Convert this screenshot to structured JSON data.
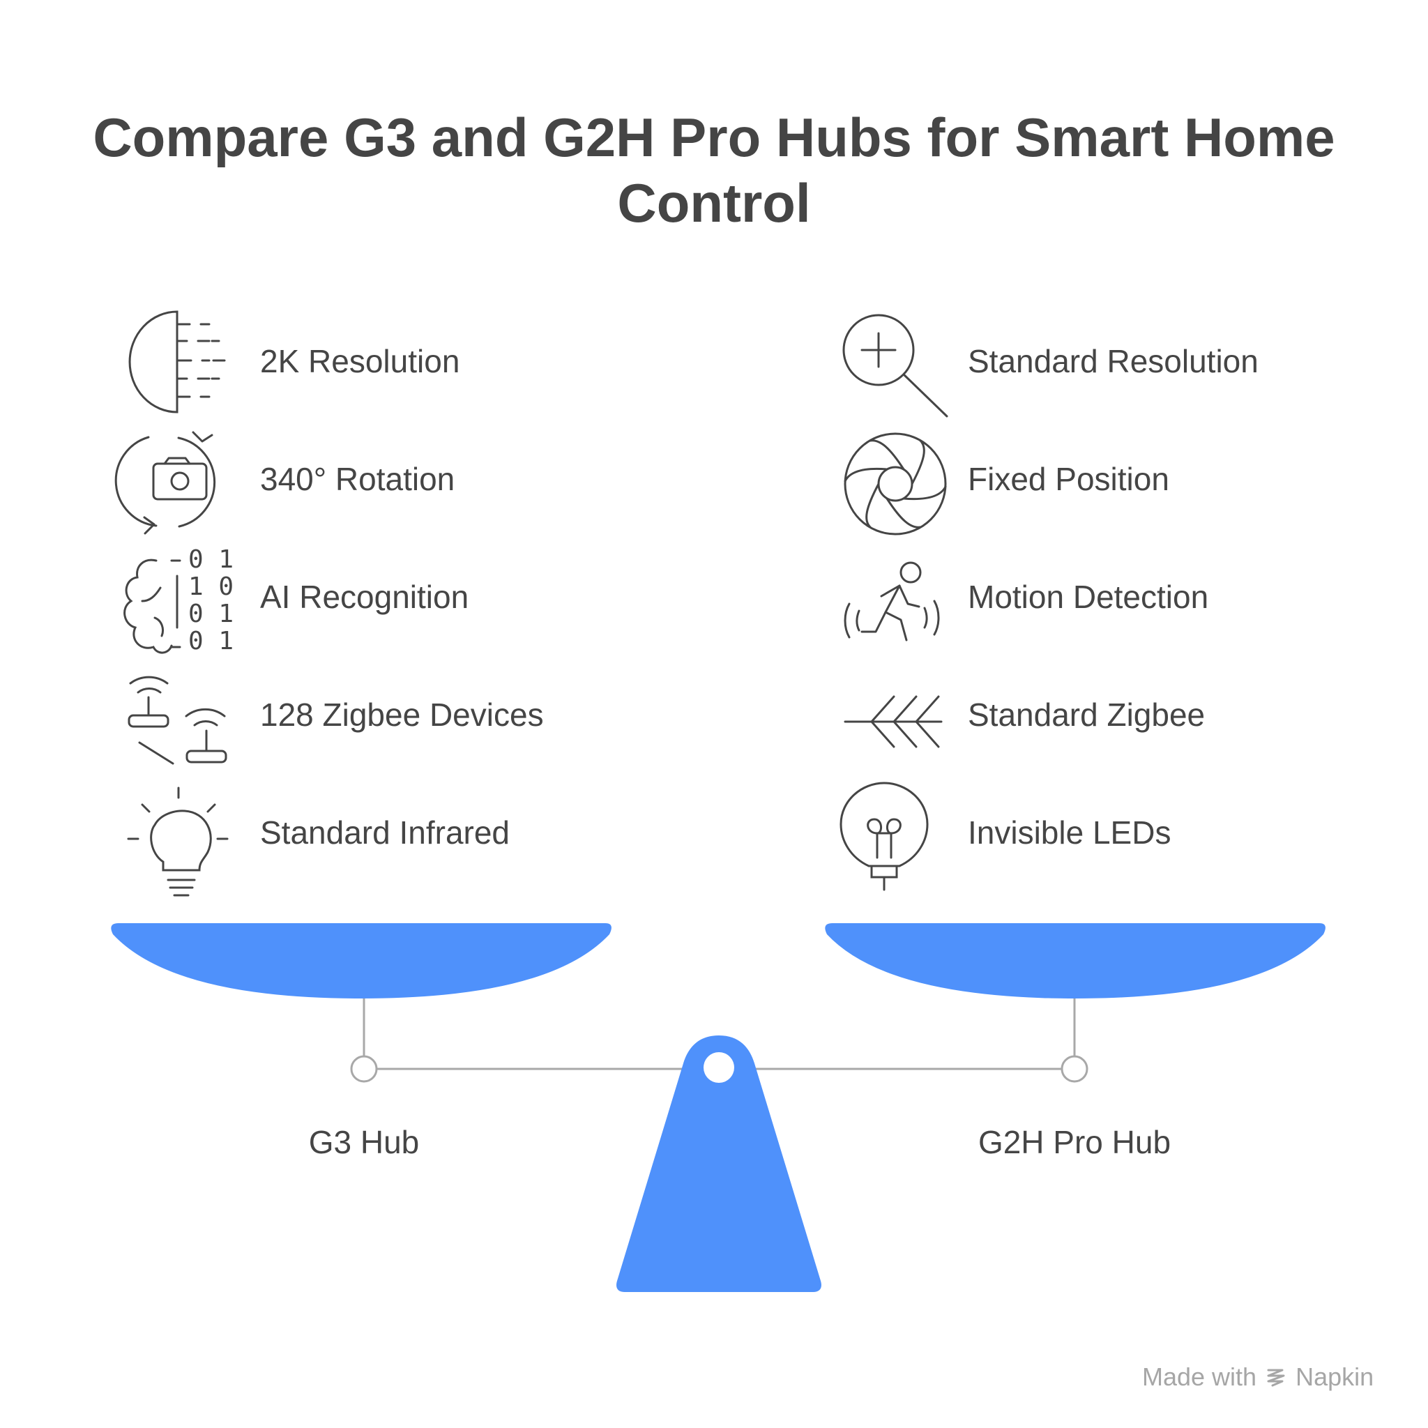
{
  "title": "Compare G3 and G2H Pro Hubs for Smart Home Control",
  "left": {
    "hub_label": "G3 Hub",
    "features": [
      {
        "label": "2K Resolution",
        "icon": "half-circle-dashes-icon"
      },
      {
        "label": "340° Rotation",
        "icon": "rotating-camera-icon"
      },
      {
        "label": "AI Recognition",
        "icon": "brain-binary-icon"
      },
      {
        "label": "128 Zigbee Devices",
        "icon": "zigbee-devices-icon"
      },
      {
        "label": "Standard Infrared",
        "icon": "light-bulb-rays-icon"
      }
    ]
  },
  "right": {
    "hub_label": "G2H Pro Hub",
    "features": [
      {
        "label": "Standard Resolution",
        "icon": "zoom-in-magnifier-icon"
      },
      {
        "label": "Fixed Position",
        "icon": "camera-aperture-icon"
      },
      {
        "label": "Motion Detection",
        "icon": "running-person-motion-icon"
      },
      {
        "label": "Standard Zigbee",
        "icon": "arrow-chevrons-icon"
      },
      {
        "label": "Invisible LEDs",
        "icon": "led-bulb-icon"
      }
    ]
  },
  "colors": {
    "accent": "#4F91FB",
    "text": "#454545",
    "line": "#A8A8A8",
    "icon": "#454545",
    "footer": "#A6A6A6"
  },
  "footer": {
    "prefix": "Made with",
    "brand": "Napkin",
    "icon": "napkin-logo-icon"
  }
}
